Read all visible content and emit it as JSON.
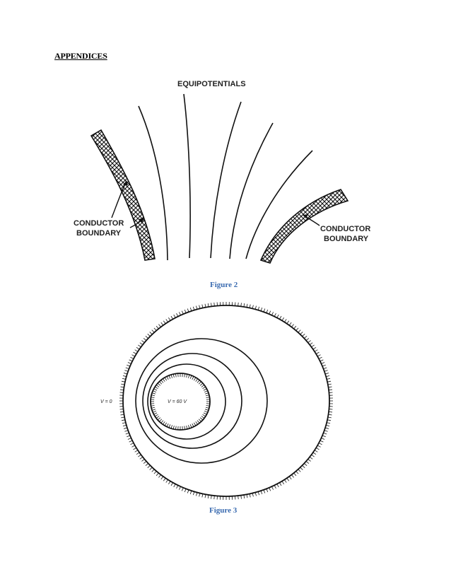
{
  "heading": "APPENDICES",
  "figure2": {
    "top_label": "EQUIPOTENTIALS",
    "left_label_line1": "CONDUCTOR",
    "left_label_line2": "BOUNDARY",
    "right_label_line1": "CONDUCTOR",
    "right_label_line2": "BOUNDARY",
    "caption": "Figure 2"
  },
  "figure3": {
    "outer_label": "V = 0",
    "inner_label": "V = 60 V",
    "caption": "Figure 3"
  }
}
